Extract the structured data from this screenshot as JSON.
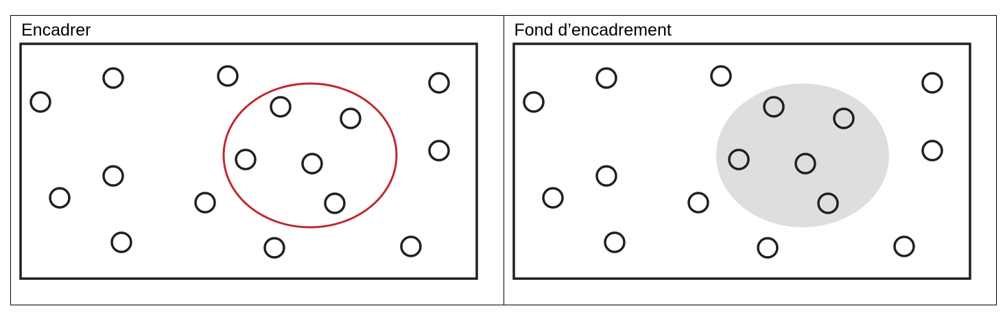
{
  "panels": [
    {
      "title": "Encadrer",
      "highlight": "outline"
    },
    {
      "title": "Fond d’encadrement",
      "highlight": "fill"
    }
  ],
  "colors": {
    "frame": "#231f20",
    "dot_stroke": "#231f20",
    "outline_highlight": "#c0272d",
    "fill_highlight": "#dedede"
  }
}
